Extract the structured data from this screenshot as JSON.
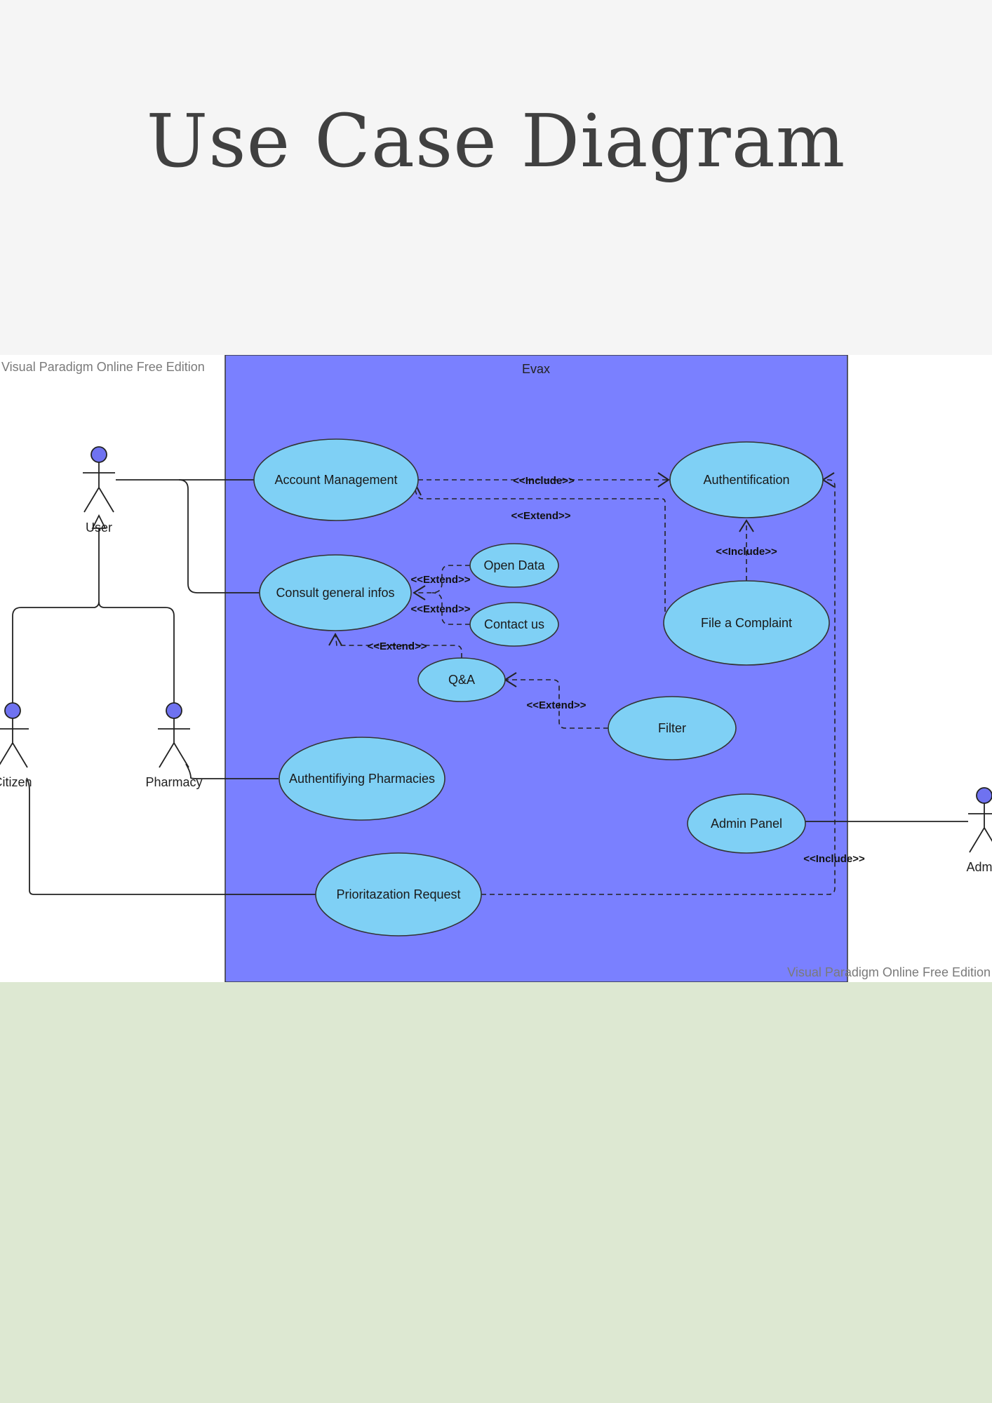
{
  "page": {
    "title": "Use Case Diagram",
    "colors": {
      "top_band": "#f5f5f5",
      "bottom_band": "#dde8d2",
      "system_box": "#7a80ff",
      "use_case_fill": "#7fd0f5",
      "actor_head": "#6f72f0"
    }
  },
  "diagram": {
    "system_name": "Evax",
    "watermark_top": "Visual Paradigm Online Free Edition",
    "watermark_bottom": "Visual Paradigm Online Free Edition",
    "actors": {
      "user": "User",
      "citizen": "Citizen",
      "pharmacy": "Pharmacy",
      "admin": "Admin"
    },
    "use_cases": {
      "account_management": "Account Management",
      "authentification": "Authentification",
      "consult_general_infos": "Consult general infos",
      "open_data": "Open Data",
      "contact_us": "Contact us",
      "file_complaint": "File a Complaint",
      "qa": "Q&A",
      "filter": "Filter",
      "authentifying_pharmacies": "Authentifiying Pharmacies",
      "admin_panel": "Admin Panel",
      "prioritization_request": "Prioritazation Request"
    },
    "stereotypes": {
      "include_top": "<<Include>>",
      "extend_top": "<<Extend>>",
      "include_auth": "<<Include>>",
      "extend_open_data": "<<Extend>>",
      "extend_contact_us": "<<Extend>>",
      "extend_qa": "<<Extend>>",
      "extend_filter": "<<Extend>>",
      "include_admin": "<<Include>>"
    }
  }
}
